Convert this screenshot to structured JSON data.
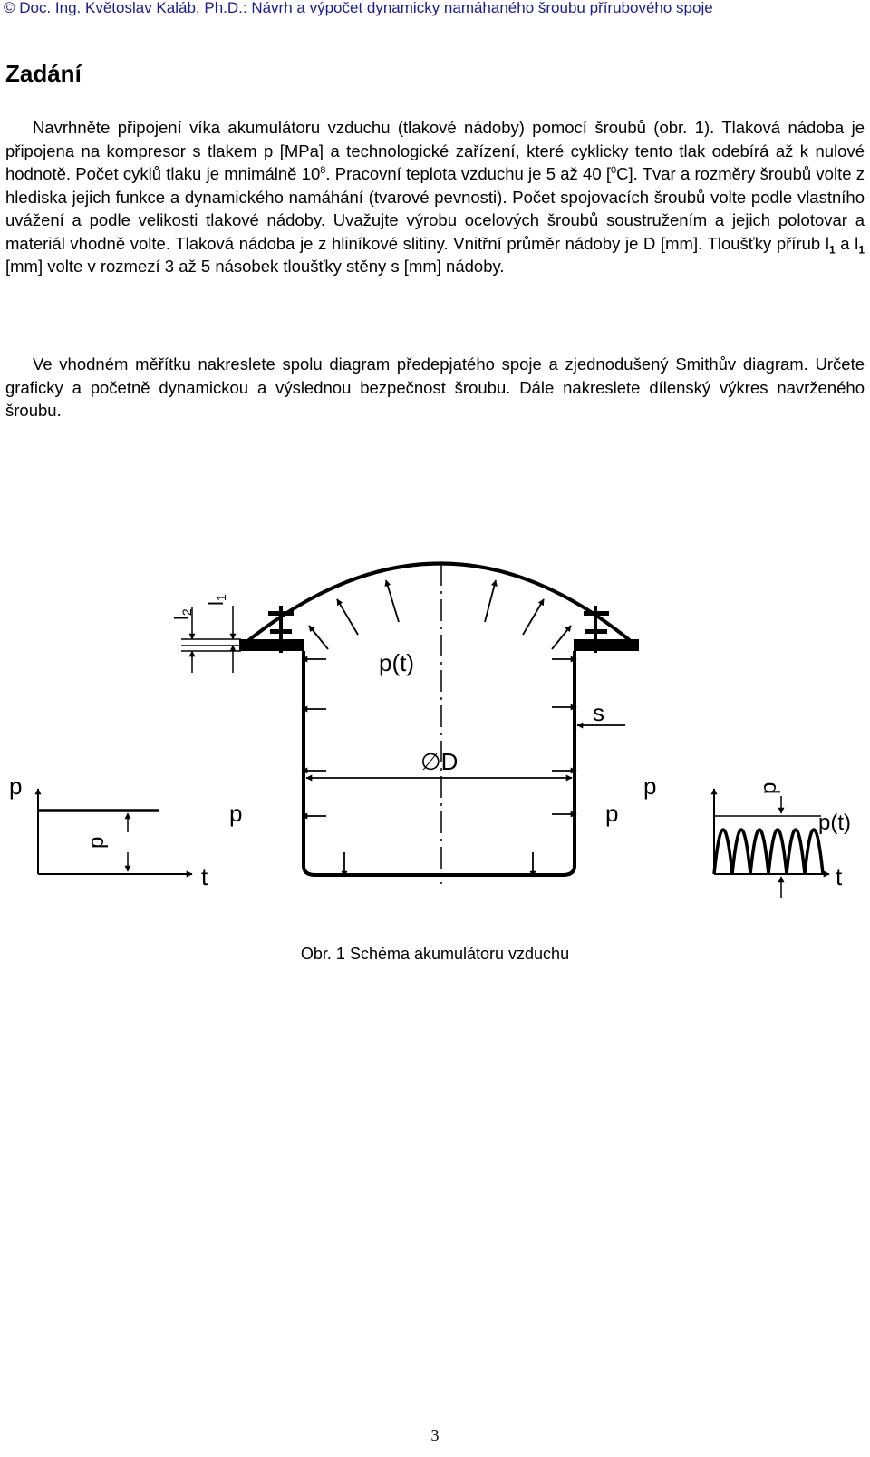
{
  "header": {
    "author": "© Doc. Ing. Květoslav Kaláb, Ph.D.",
    "separator": ": ",
    "title": "Návrh a výpočet dynamicky namáhaného šroubu přírubového spoje"
  },
  "section_title": "Zadání",
  "paragraph1": {
    "s1": "Navrhněte připojení víka akumulátoru vzduchu (tlakové nádoby) pomocí šroubů (obr. 1). Tlaková nádoba je připojena na kompresor s tlakem p [MPa] a technologické zařízení, které cyklicky tento tlak odebírá až k nulové hodnotě. Počet cyklů tlaku je mnimálně 10",
    "s1_sup": "8",
    "s2": ". Pracovní teplota vzduchu je 5 až 40 [",
    "s2_sup": "0",
    "s3": "C]. Tvar a rozměry šroubů volte z hlediska jejich funkce a dynamického namáhání (tvarové pevnosti). Počet spojovacích šroubů volte podle vlastního uvážení a podle velikosti tlakové nádoby. Uvažujte výrobu ocelových šroubů soustružením a jejich polotovar a materiál vhodně volte. Tlaková nádoba je z hliníkové slitiny. Vnitřní průměr nádoby je D [mm]. Tloušťky přírub l",
    "s3_sub": "1",
    "s4": " a  l",
    "s4_sub": "1",
    "s5": " [mm] volte v rozmezí 3 až 5 násobek tloušťky stěny s [mm] nádoby."
  },
  "paragraph2": "Ve vhodném měřítku nakreslete spolu diagram předepjatého spoje a zjednodušený Smithův diagram. Určete graficky a početně dynamickou a výslednou bezpečnost šroubu. Dále nakreslete dílenský výkres navrženého šroubu.",
  "figure": {
    "labels": {
      "l2": "l",
      "l2_sub": "2",
      "l1": "l",
      "l1_sub": "1",
      "pt": "p(t)",
      "s": "s",
      "diameter": "∅D",
      "p_inside": "p",
      "p_right": "p",
      "left_p_axis": "p",
      "left_p_value": "p",
      "left_t": "t",
      "right_p_axis": "p",
      "right_p_rot": "p",
      "right_pt": "p(t)",
      "right_t": "t"
    },
    "caption": "Obr. 1 Schéma akumulátoru vzduchu"
  },
  "page_number": "3"
}
